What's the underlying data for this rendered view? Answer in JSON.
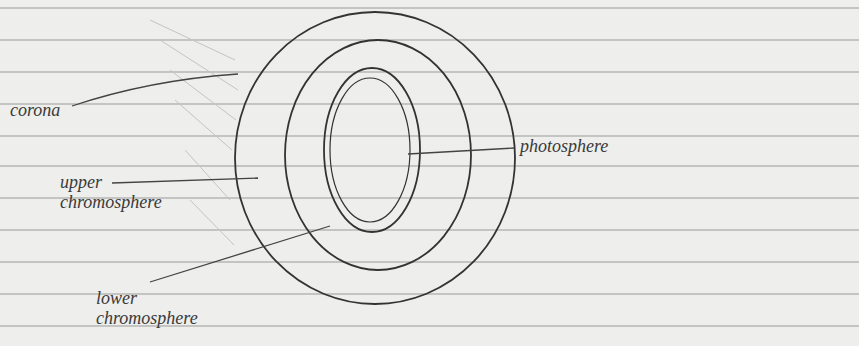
{
  "diagram": {
    "labels": [
      "corona",
      "upper chromosphere",
      "lower chromosphere",
      "photosphere"
    ]
  }
}
